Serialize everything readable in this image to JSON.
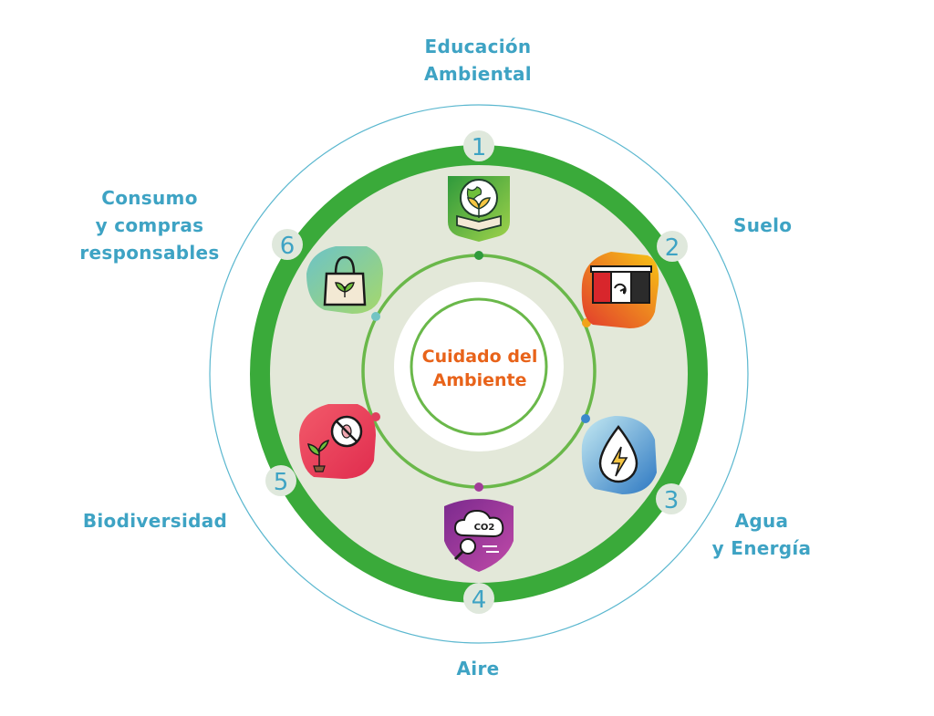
{
  "center": {
    "line1": "Cuidado del",
    "line2": "Ambiente"
  },
  "items": [
    {
      "number": "1",
      "label_lines": [
        "Educación",
        "Ambiental"
      ],
      "icon": "earth-plant-book-icon",
      "colors": [
        "#2f9a3c",
        "#9fd24a"
      ],
      "dot": "#2f9a3c"
    },
    {
      "number": "2",
      "label_lines": [
        "Suelo"
      ],
      "icon": "recycling-bins-icon",
      "colors": [
        "#e23a2d",
        "#f7c614"
      ],
      "dot": "#f2a31a"
    },
    {
      "number": "3",
      "label_lines": [
        "Agua",
        "y Energía"
      ],
      "icon": "water-drop-energy-icon",
      "colors": [
        "#3f8ed0",
        "#bfe7f0"
      ],
      "dot": "#3b88cc"
    },
    {
      "number": "4",
      "label_lines": [
        "Aire"
      ],
      "icon": "co2-cloud-magnifier-icon",
      "colors": [
        "#7b2a8e",
        "#c04aa8"
      ],
      "dot": "#a23c9a"
    },
    {
      "number": "5",
      "label_lines": [
        "Biodiversidad"
      ],
      "icon": "no-bug-plant-icon",
      "colors": [
        "#e83a5a",
        "#f26b7a"
      ],
      "dot": "#e0405e"
    },
    {
      "number": "6",
      "label_lines": [
        "Consumo",
        "y compras",
        "responsables"
      ],
      "icon": "eco-bag-icon",
      "colors": [
        "#6cc3c8",
        "#a6d86a"
      ],
      "dot": "#73c4c4"
    }
  ],
  "colors": {
    "outer_ring": "#3aaa3a",
    "inner_fill": "#e3e8d9",
    "thin_ring": "#5ab7cf",
    "label": "#3ea3c4",
    "badge_fill": "#dfe8dc",
    "badge_text": "#3ea3c4",
    "center_text": "#e8631a"
  }
}
